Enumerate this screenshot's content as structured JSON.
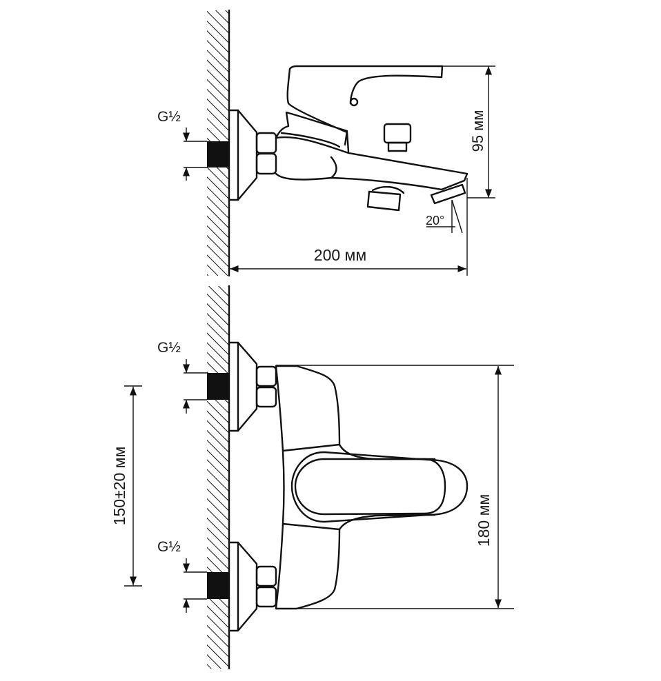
{
  "side_view": {
    "thread_label": "G½",
    "height_label": "95 мм",
    "length_label": "200 мм",
    "angle_label": "20°"
  },
  "front_view": {
    "thread_label_top": "G½",
    "thread_label_bottom": "G½",
    "spacing_label": "150±20 мм",
    "height_label": "180 мм"
  },
  "colors": {
    "line": "#111111",
    "background": "#ffffff"
  }
}
